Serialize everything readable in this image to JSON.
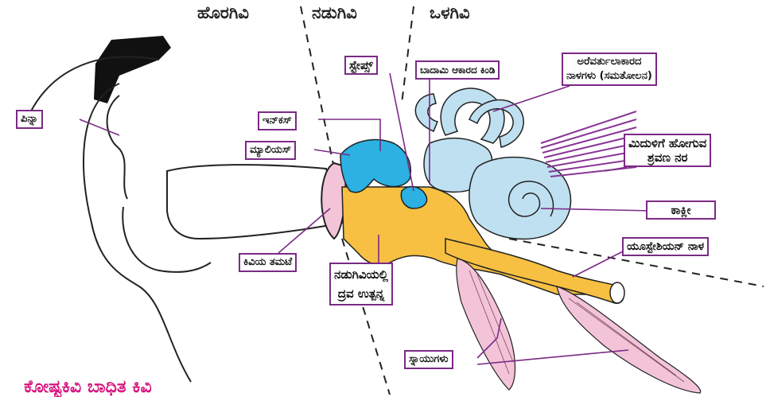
{
  "regions": {
    "outer": "ಹೊರಗಿವಿ",
    "middle": "ನಡುಗಿವಿ",
    "inner": "ಒಳಗಿವಿ"
  },
  "labels": {
    "pinna": "ಪಿನ್ನಾ",
    "stapes": "ಸ್ಟೇಪ್ಸ್",
    "oval_window": "ಬಾದಾಮಿ ಆಕಾರದ ಕಿಂಡಿ",
    "canals_l1": "ಅರೆವರ್ತುಲಾಕಾರದ",
    "canals_l2": "ನಾಳಗಳು (ಸಮತೋಲನ)",
    "incus": "ಇನ್‌ಕಸ್",
    "malleus": "ಮ್ಯಾಲಿಯಸ್",
    "nerve_l1": "ಮಿದುಳಿಗೆ ಹೋಗುವ",
    "nerve_l2": "ಶ್ರವಣ ನರ",
    "cochlea": "ಕಾಕ್ಲೀ",
    "eustachian": "ಯೂಸ್ಟೇಶಿಯನ್ ನಾಳ",
    "eardrum": "ಕಿವಿಯ ತಮಟೆ",
    "fluid_l1": "ನಡುಗಿವಿಯಲ್ಲಿ",
    "fluid_l2": "ದ್ರವ ಉತ್ಪನ್ನ",
    "muscles": "ಸ್ನಾಯುಗಳು"
  },
  "caption": "ಕೋಷ್ಟಕಿವಿ ಬಾಧಿತ ಕಿವಿ",
  "colors": {
    "label_border": "#7b2a86",
    "middle_ear_fluid": "#f7c042",
    "ossicles": "#2cb1e2",
    "inner_ear": "#bfe0f1",
    "muscles": "#f3c4d8",
    "nerve": "#8a3597",
    "caption": "#d6137d"
  }
}
